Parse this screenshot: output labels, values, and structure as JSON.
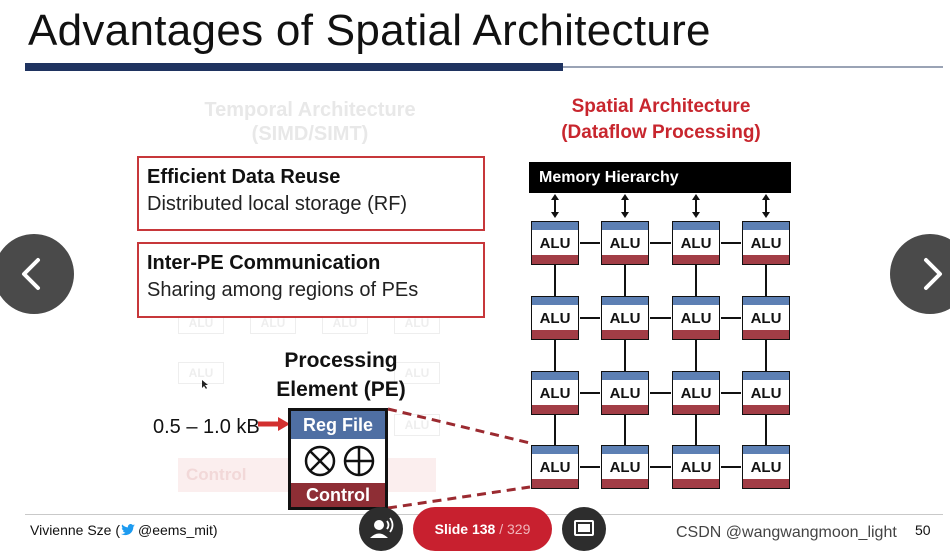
{
  "slide": {
    "title": "Advantages of Spatial Architecture",
    "temporal": {
      "title_line1": "Temporal Architecture",
      "title_line2": "(SIMD/SIMT)",
      "alu_label": "ALU",
      "control_label": "Control"
    },
    "callouts": [
      {
        "heading": "Efficient Data Reuse",
        "body": "Distributed local storage (RF)"
      },
      {
        "heading": "Inter-PE Communication",
        "body": "Sharing among regions of PEs"
      }
    ],
    "pe": {
      "label_line1": "Processing",
      "label_line2": "Element (PE)",
      "size": "0.5 – 1.0 kB",
      "reg_file": "Reg File",
      "control": "Control"
    },
    "spatial": {
      "title_line1": "Spatial Architecture",
      "title_line2": "(Dataflow Processing)",
      "memory": "Memory Hierarchy",
      "alu_label": "ALU"
    }
  },
  "footer": {
    "author": "Vivienne Sze (",
    "handle": "@eems_mit)",
    "page": "50"
  },
  "player": {
    "slide_label": "Slide 138",
    "slide_total": "/ 329"
  },
  "watermark": "CSDN @wangwangmoon_light",
  "colors": {
    "title_bar": "#1f3360",
    "callout_border": "#c7373a",
    "spatial_title": "#c8262e",
    "alu_top": "#5d80b4",
    "alu_bottom": "#a23d46",
    "slide_pill": "#c8202f"
  },
  "icons": {
    "prev": "chevron-left-icon",
    "next": "chevron-right-icon",
    "speaker": "speaker-icon",
    "screen": "screen-icon",
    "twitter": "twitter-bird-icon"
  }
}
